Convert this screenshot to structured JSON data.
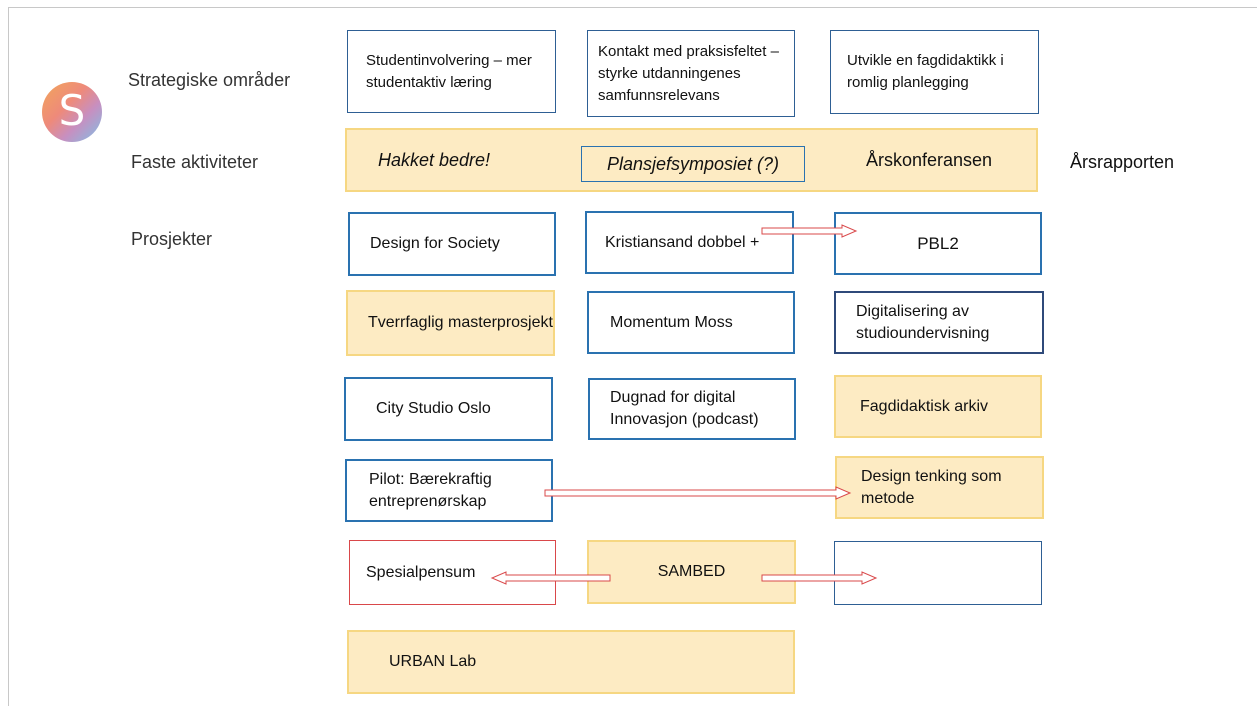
{
  "logo_letter": "S",
  "row_labels": {
    "strategic": "Strategiske områder",
    "fixed": "Faste aktiviteter",
    "projects": "Prosjekter"
  },
  "strategic_areas": [
    "Studentinvolvering – mer studentaktiv læring",
    "Kontakt med praksisfeltet – styrke utdanningenes samfunnsrelevans",
    "Utvikle en fagdidaktikk i romlig planlegging"
  ],
  "fixed_activities": {
    "hakket": "Hakket bedre!",
    "plansjef": "Plansjefsymposiet (?)",
    "arskonferansen": "Årskonferansen",
    "arsrapporten": "Årsrapporten"
  },
  "projects": {
    "design_society": "Design for Society",
    "kristiansand": "Kristiansand dobbel +",
    "pbl2": "PBL2",
    "tverrfaglig": "Tverrfaglig masterprosjekt",
    "momentum": "Momentum Moss",
    "digitalisering": "Digitalisering av studioundervisning",
    "city_studio": "City Studio Oslo",
    "dugnad": "Dugnad for digital Innovasjon (podcast)",
    "fagdidaktisk": "Fagdidaktisk arkiv",
    "pilot": "Pilot: Bærekraftig entreprenørskap",
    "design_tenking": "Design tenking som metode",
    "spesialpensum": "Spesialpensum",
    "sambed": "SAMBED",
    "empty_box": "",
    "urban_lab": "URBAN Lab"
  },
  "colors": {
    "blue_border": "#2a72b0",
    "navy_border": "#2f4a7a",
    "yellow_fill": "#fdebc3",
    "yellow_border": "#f6d782",
    "red_border": "#d9484a",
    "arrow": "#d9484a"
  }
}
